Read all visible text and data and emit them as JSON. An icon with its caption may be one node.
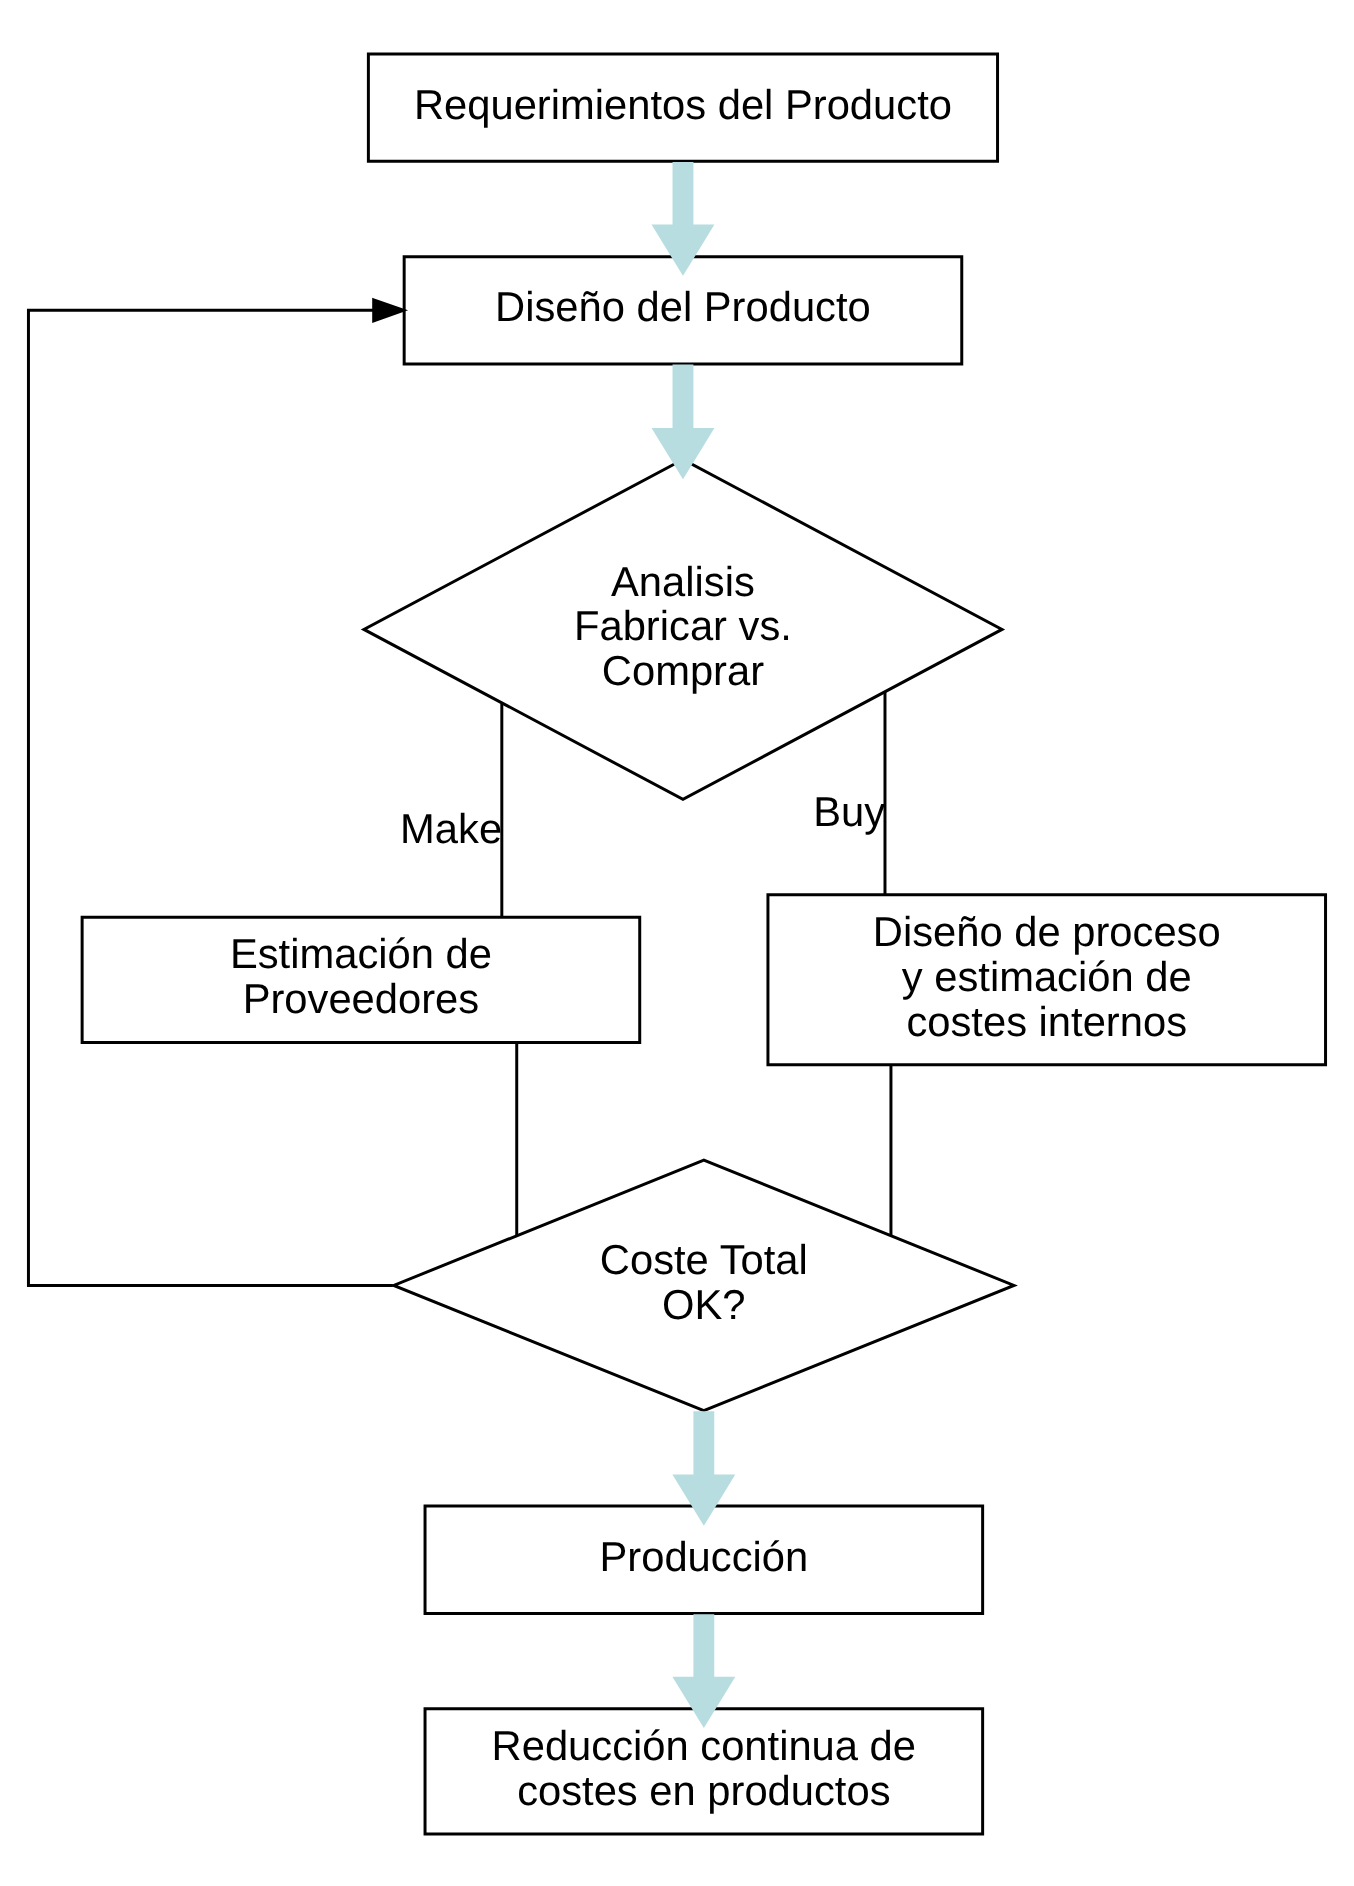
{
  "diagram": {
    "nodes": [
      {
        "text": [
          "Requerimientos del Producto"
        ]
      },
      {
        "text": [
          "Diseño del Producto"
        ]
      },
      {
        "text": [
          "Analisis Fabricar vs. Comprar"
        ]
      },
      {
        "text": [
          "Estimación de Proveedores"
        ]
      },
      {
        "text": [
          "Diseño de proceso y estimación de costes internos"
        ]
      },
      {
        "text": [
          "Coste Total OK?"
        ]
      },
      {
        "text": [
          "Producción"
        ]
      },
      {
        "text": [
          "Reducción continua de costes en productos"
        ]
      }
    ],
    "edges": [
      {
        "from": 0,
        "to": 1,
        "arrow": "to",
        "style": "thick",
        "color": "#b7dde0"
      },
      {
        "from": 1,
        "to": 2,
        "arrow": "to",
        "style": "thick",
        "color": "#b7dde0"
      },
      {
        "from": 2,
        "to": 3,
        "arrow": "none",
        "label": "Make"
      },
      {
        "from": 2,
        "to": 4,
        "arrow": "none",
        "label": "Buy"
      },
      {
        "from": 3,
        "to": 5,
        "arrow": "none"
      },
      {
        "from": 4,
        "to": 5,
        "arrow": "none"
      },
      {
        "from": 5,
        "to": 1,
        "arrow": "to"
      },
      {
        "from": 5,
        "to": 6,
        "arrow": "to",
        "style": "thick",
        "color": "#b7dde0"
      },
      {
        "from": 6,
        "to": 7,
        "arrow": "to",
        "style": "thick",
        "color": "#b7dde0"
      }
    ]
  }
}
